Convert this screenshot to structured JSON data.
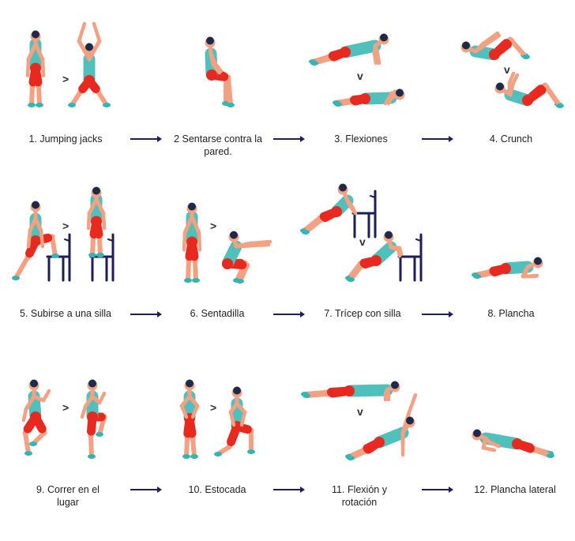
{
  "exercises": [
    {
      "label": "1. Jumping jacks"
    },
    {
      "label": "2 Sentarse contra la pared."
    },
    {
      "label": "3. Flexiones"
    },
    {
      "label": "4. Crunch"
    },
    {
      "label": "5. Subirse a una silla"
    },
    {
      "label": "6. Sentadilla"
    },
    {
      "label": "7. Trícep con silla"
    },
    {
      "label": "8. Plancha"
    },
    {
      "label": "9. Correr en el lugar"
    },
    {
      "label": "10. Estocada"
    },
    {
      "label": "11. Flexión y rotación"
    },
    {
      "label": "12. Plancha lateral"
    }
  ],
  "step_marks": {
    "next_horizontal": ">",
    "next_vertical": "v"
  },
  "colors": {
    "skin": "#f2a283",
    "shirt": "#4fc0bb",
    "shorts": "#e8291f",
    "hair": "#1f2a4a",
    "shoes": "#34b5b5",
    "chair": "#1e1e5a",
    "arrow": "#1e1e5a"
  }
}
